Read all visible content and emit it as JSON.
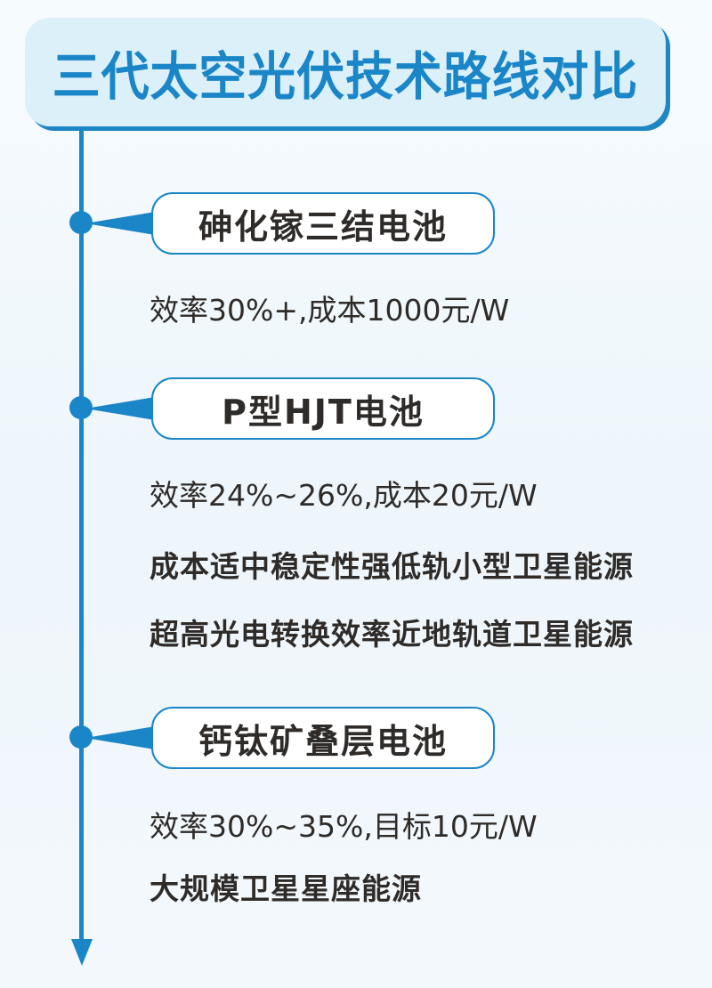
{
  "title": "三代太空光伏技术路线对比",
  "colors": {
    "accent": "#1a86c8",
    "title_bg": "#dcf0fa",
    "text": "#2e2b29",
    "background": "#f3f8fc"
  },
  "stages": [
    {
      "name": "砷化镓三结电池",
      "details": [
        {
          "text": "效率30%+,成本1000元/W",
          "style": "regular"
        }
      ]
    },
    {
      "name": "P型HJT电池",
      "details": [
        {
          "text": "效率24%~26%,成本20元/W",
          "style": "regular"
        },
        {
          "text": "成本适中稳定性强低轨小型卫星能源",
          "style": "bold"
        },
        {
          "text": "超高光电转换效率近地轨道卫星能源",
          "style": "bold"
        }
      ]
    },
    {
      "name": "钙钛矿叠层电池",
      "details": [
        {
          "text": "效率30%~35%,目标10元/W",
          "style": "regular"
        },
        {
          "text": "大规模卫星星座能源",
          "style": "bold"
        }
      ]
    }
  ],
  "icons": {
    "timeline_end": "arrow-down-icon",
    "node": "circle-node-icon"
  }
}
